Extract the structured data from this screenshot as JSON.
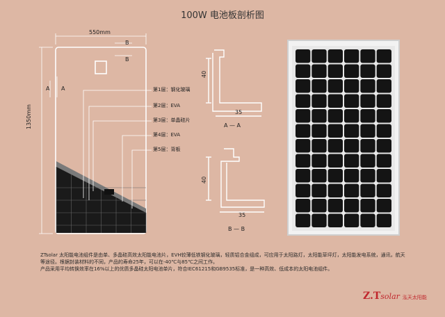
{
  "title": "100W 电池板剖析图",
  "dimensions": {
    "width": "550mm",
    "height": "1350mm"
  },
  "section_marks": {
    "a_left": "A",
    "a_right": "A",
    "b_top": "B",
    "b_bottom": "B",
    "a_section": "A — A",
    "b_section": "B — B"
  },
  "layers": [
    {
      "name": "第1层",
      "material": "钢化玻璃"
    },
    {
      "name": "第2层",
      "material": "EVA"
    },
    {
      "name": "第3层",
      "material": "单晶硅片"
    },
    {
      "name": "第4层",
      "material": "EVA"
    },
    {
      "name": "第5层",
      "material": "背板"
    }
  ],
  "profile_a": {
    "height": "40",
    "width": "35"
  },
  "profile_b": {
    "height": "40",
    "width": "35"
  },
  "description": [
    "ZTsolar 太阳能电池组件是由单、多晶硅高效太阳能电池片，EVH较薄低铁钢化玻璃，轻质铝合金组成，可应用于太阳路灯，太阳能草坪灯，太阳能发电系统，通讯，航天等途径。根据封装材料的不同，产品的寿命25年，可以在-40℃与85℃之间工作。",
    "产品采用平均转换效率在16%以上的优质多晶硅太阳电池单片，符合IEC61215和GB9535标准，是一种高效、低成本的太阳电池组件。"
  ],
  "logo": {
    "z": "Z",
    "t": ".T",
    "solar": "solar",
    "cn": "泓天太阳能"
  },
  "panel_grid": {
    "rows": 12,
    "cols": 6
  }
}
